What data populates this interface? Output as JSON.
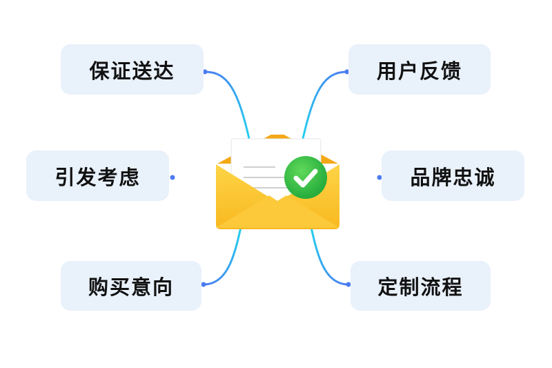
{
  "diagram": {
    "center": {
      "icon": "envelope-check-icon"
    },
    "left_nodes": [
      {
        "label": "保证送达"
      },
      {
        "label": "引发考虑"
      },
      {
        "label": "购买意向"
      }
    ],
    "right_nodes": [
      {
        "label": "用户反馈"
      },
      {
        "label": "品牌忠诚"
      },
      {
        "label": "定制流程"
      }
    ],
    "colors": {
      "node_bg": "#e9f1fb",
      "link_start": "#4a7cf0",
      "link_end": "#22d3ee",
      "envelope": "#fbc531",
      "check": "#34c94a"
    }
  }
}
